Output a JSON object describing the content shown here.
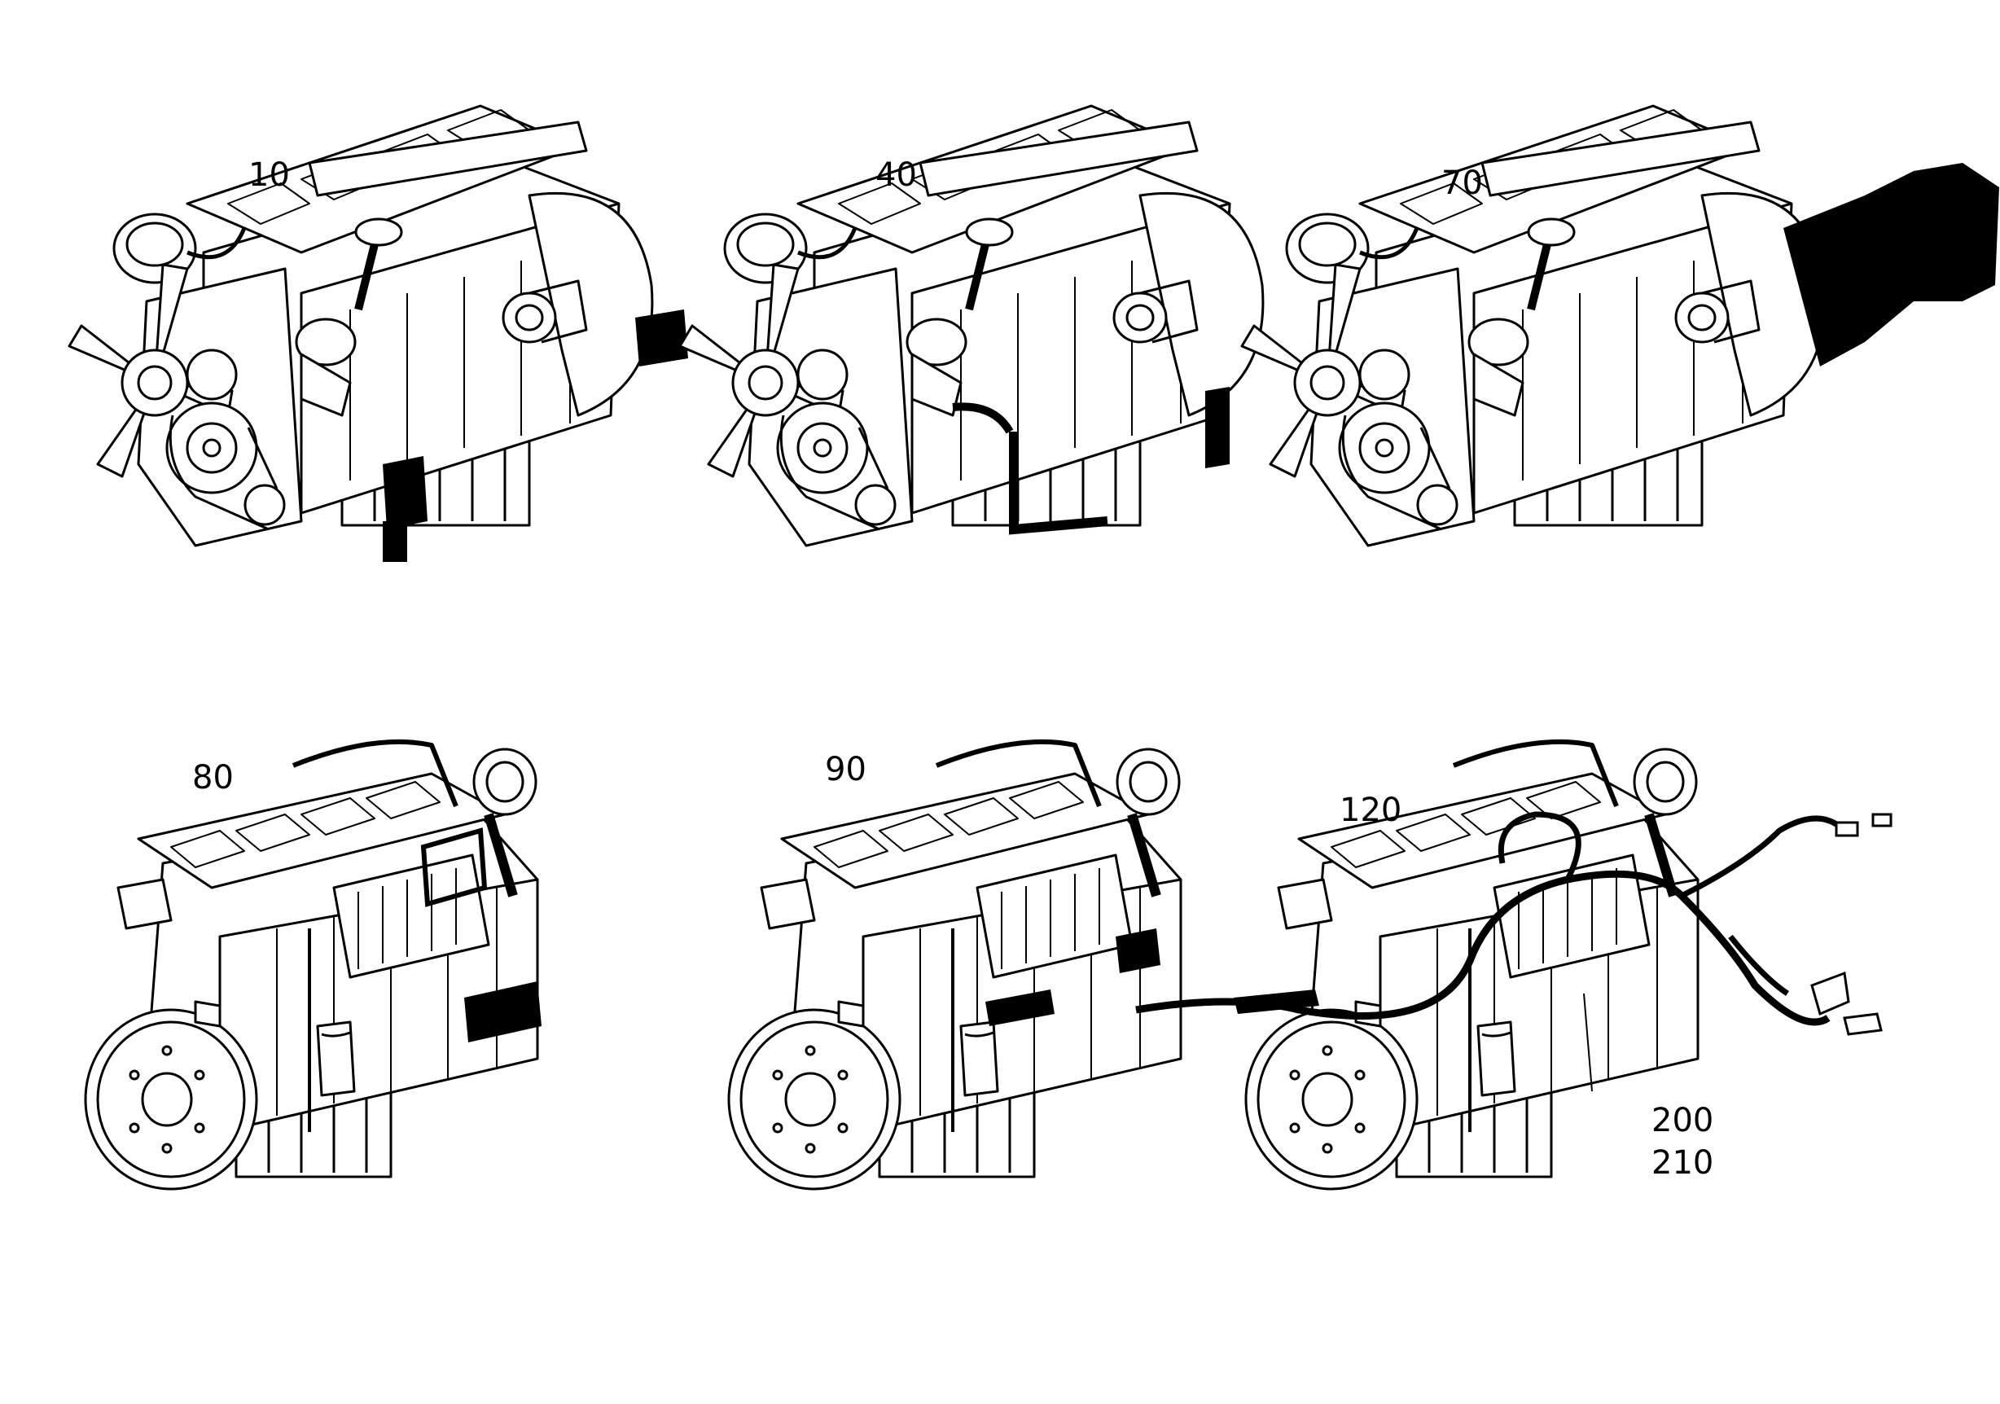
{
  "figures": [
    {
      "id": "engine-1",
      "callouts": [
        "10"
      ],
      "view": "front-left"
    },
    {
      "id": "engine-2",
      "callouts": [
        "40"
      ],
      "view": "front-left"
    },
    {
      "id": "engine-3",
      "callouts": [
        "70"
      ],
      "view": "front-left"
    },
    {
      "id": "engine-4",
      "callouts": [
        "80"
      ],
      "view": "rear-left"
    },
    {
      "id": "engine-5",
      "callouts": [
        "90"
      ],
      "view": "rear-left"
    },
    {
      "id": "engine-6",
      "callouts": [
        "120",
        "200",
        "210"
      ],
      "view": "rear-left"
    }
  ],
  "colors": {
    "line": "#000000",
    "fill": "#ffffff",
    "highlight": "#000000"
  }
}
